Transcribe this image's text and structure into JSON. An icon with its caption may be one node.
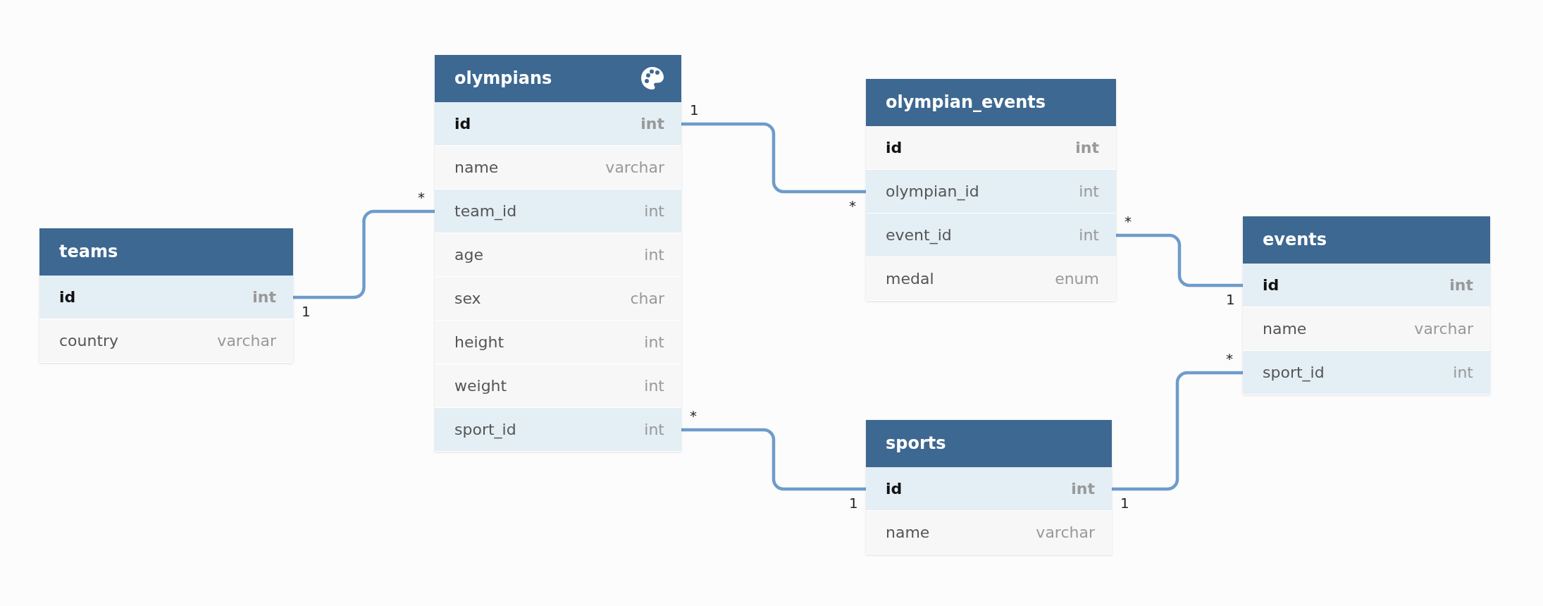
{
  "diagram": {
    "nodes": [
      {
        "text": [
          "teams"
        ]
      },
      {
        "text": [
          "id",
          "int"
        ],
        "in": 0
      },
      {
        "text": [
          "country",
          "varchar"
        ],
        "in": 0
      },
      {
        "text": [
          "olympians"
        ]
      },
      {
        "text": [
          "id",
          "int"
        ],
        "in": 3
      },
      {
        "text": [
          "name",
          "varchar"
        ],
        "in": 3
      },
      {
        "text": [
          "team_id",
          "int"
        ],
        "in": 3
      },
      {
        "text": [
          "age",
          "int"
        ],
        "in": 3
      },
      {
        "text": [
          "sex",
          "char"
        ],
        "in": 3
      },
      {
        "text": [
          "height",
          "int"
        ],
        "in": 3
      },
      {
        "text": [
          "weight",
          "int"
        ],
        "in": 3
      },
      {
        "text": [
          "sport_id",
          "int"
        ],
        "in": 3
      },
      {
        "text": [
          "olympian_events"
        ]
      },
      {
        "text": [
          "id",
          "int"
        ],
        "in": 12
      },
      {
        "text": [
          "olympian_id",
          "int"
        ],
        "in": 12
      },
      {
        "text": [
          "event_id",
          "int"
        ],
        "in": 12
      },
      {
        "text": [
          "medal",
          "enum"
        ],
        "in": 12
      },
      {
        "text": [
          "sports"
        ]
      },
      {
        "text": [
          "id",
          "int"
        ],
        "in": 17
      },
      {
        "text": [
          "name",
          "varchar"
        ],
        "in": 17
      },
      {
        "text": [
          "events"
        ]
      },
      {
        "text": [
          "id",
          "int"
        ],
        "in": 20
      },
      {
        "text": [
          "name",
          "varchar"
        ],
        "in": 20
      },
      {
        "text": [
          "sport_id",
          "int"
        ],
        "in": 20
      }
    ],
    "edges": [
      {
        "from": 1,
        "to": 6,
        "arrow": "none"
      },
      {
        "from": 4,
        "to": 14,
        "arrow": "none"
      },
      {
        "from": 15,
        "to": 21,
        "arrow": "none"
      },
      {
        "from": 11,
        "to": 18,
        "arrow": "none"
      },
      {
        "from": 18,
        "to": 23,
        "arrow": "none"
      }
    ],
    "labels": [
      "1",
      "*",
      "*",
      "*",
      "1",
      "1",
      "*",
      "*",
      "1",
      "1"
    ]
  }
}
